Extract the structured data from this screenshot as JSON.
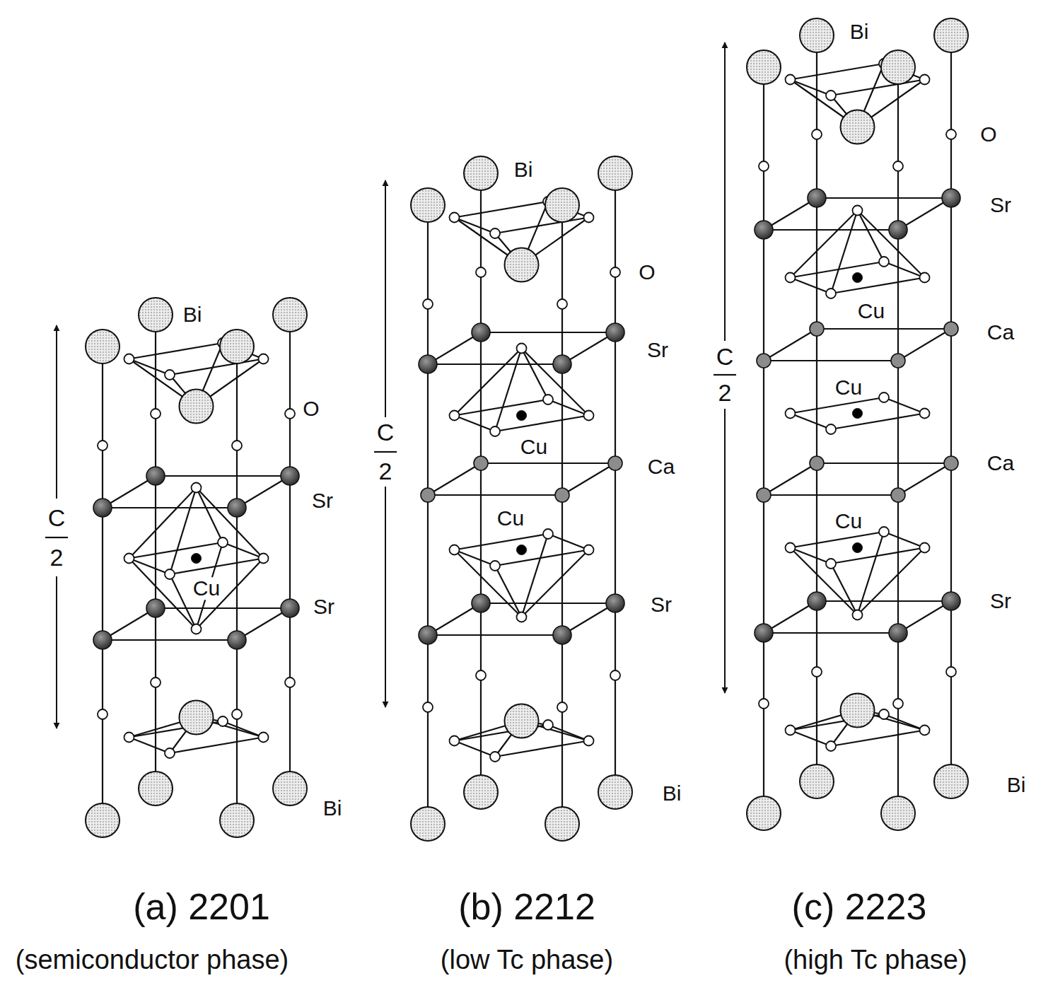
{
  "diagram": {
    "labels": [
      "Bi",
      "O",
      "Sr",
      "Cu",
      "Sr",
      "Bi",
      "C",
      "2",
      "(a) 2201",
      "(semiconductor phase)",
      "Bi",
      "O",
      "Sr",
      "Cu",
      "Ca",
      "Cu",
      "Sr",
      "Bi",
      "C",
      "2",
      "(b) 2212",
      "(low Tc phase)",
      "Bi",
      "O",
      "Sr",
      "Cu",
      "Ca",
      "Cu",
      "Ca",
      "Cu",
      "Sr",
      "Bi",
      "C",
      "2",
      "(c) 2223",
      "(high Tc phase)"
    ]
  }
}
